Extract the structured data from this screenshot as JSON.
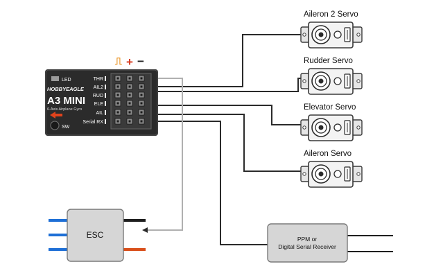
{
  "receiver": {
    "brand": "HOBBYEAGLE",
    "model": "A3 MINI",
    "subtitle": "6-Axis Airplane Gyro",
    "led_label": "LED",
    "sw_label": "SW",
    "channels": [
      "THR",
      "AIL2",
      "RUD",
      "ELE",
      "AIL",
      "Serial RX"
    ]
  },
  "polarity": {
    "signal": "⎍",
    "plus": "+",
    "minus": "−"
  },
  "servos": [
    {
      "label": "Aileron 2 Servo"
    },
    {
      "label": "Rudder Servo"
    },
    {
      "label": "Elevator Servo"
    },
    {
      "label": "Aileron Servo"
    }
  ],
  "esc": {
    "label": "ESC"
  },
  "ppm": {
    "line1": "PPM or",
    "line2": "Digital Serial Receiver"
  },
  "colors": {
    "receiver_body": "#2b2b2b",
    "wire": "#2a2a2a",
    "gray_wire": "#b0b0b0",
    "esc_blue": "#1e6fd6",
    "esc_red": "#d94f1a",
    "signal_orange": "#e8880c",
    "plus_red": "#d73a1f"
  }
}
